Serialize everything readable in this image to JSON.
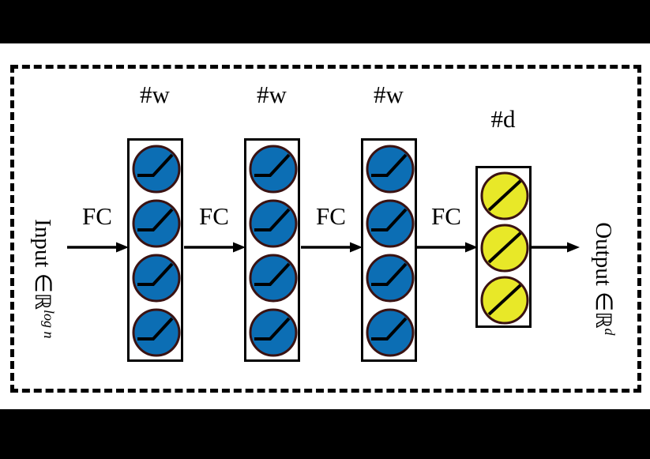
{
  "figure": {
    "kind": "neural-network-architecture-diagram",
    "background": "#000000",
    "canvas_background": "#ffffff",
    "boundary_style": "dashed",
    "boundary_color": "#000000"
  },
  "colors": {
    "hidden_neuron_fill": "#0C6EB4",
    "output_neuron_fill": "#E8E828",
    "neuron_outline": "#3A1212",
    "glyph_color": "#000000",
    "box_outline": "#000000",
    "arrow_color": "#000000",
    "text_color": "#000000"
  },
  "input": {
    "label_prefix": "Input ",
    "label_member": "∈",
    "label_space_name": "ℝ",
    "label_exponent": "log n",
    "label_full": "Input ∈ ℝ^{log n}"
  },
  "output": {
    "label_prefix": "Output ",
    "label_member": "∈",
    "label_space_name": "ℝ",
    "label_exponent": "d",
    "label_full": "Output ∈ ℝ^{d}"
  },
  "connections": [
    {
      "label": "FC",
      "name": "fc-1"
    },
    {
      "label": "FC",
      "name": "fc-2"
    },
    {
      "label": "FC",
      "name": "fc-3"
    },
    {
      "label": "FC",
      "name": "fc-4"
    }
  ],
  "layers": [
    {
      "name": "hidden-layer-1",
      "count_label": "#w",
      "neuron_count": 4,
      "activation": "relu",
      "activation_icon": "relu-icon",
      "fill": "#0C6EB4"
    },
    {
      "name": "hidden-layer-2",
      "count_label": "#w",
      "neuron_count": 4,
      "activation": "relu",
      "activation_icon": "relu-icon",
      "fill": "#0C6EB4"
    },
    {
      "name": "hidden-layer-3",
      "count_label": "#w",
      "neuron_count": 4,
      "activation": "relu",
      "activation_icon": "relu-icon",
      "fill": "#0C6EB4"
    },
    {
      "name": "output-layer",
      "count_label": "#d",
      "neuron_count": 3,
      "activation": "linear",
      "activation_icon": "linear-icon",
      "fill": "#E8E828"
    }
  ]
}
